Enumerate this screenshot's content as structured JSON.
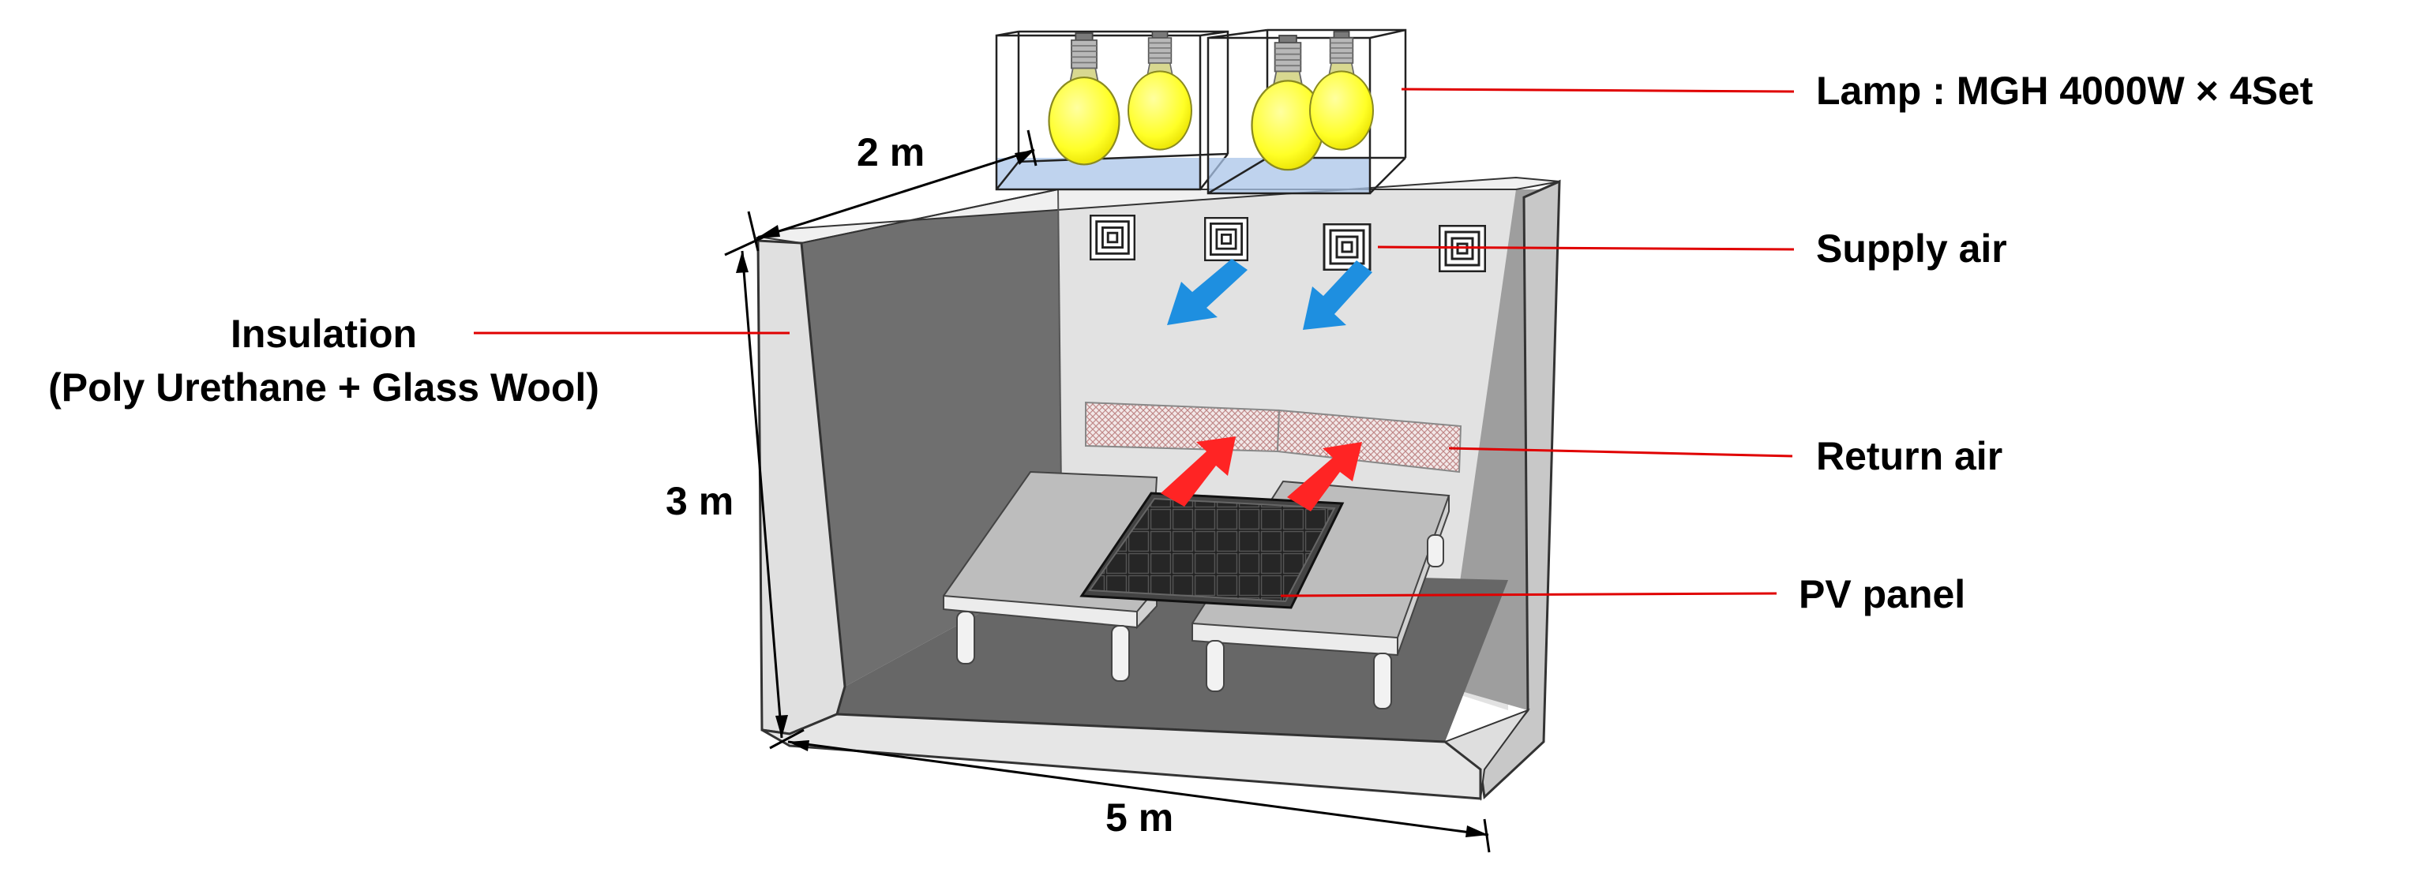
{
  "labels": {
    "lamp": "Lamp : MGH 4000W × 4Set",
    "supply_air": "Supply air",
    "return_air": "Return air",
    "pv_panel": "PV panel",
    "insulation_line1": "Insulation",
    "insulation_line2": "(Poly Urethane + Glass Wool)"
  },
  "dimensions": {
    "depth": "2 m",
    "height": "3 m",
    "width": "5 m"
  },
  "colors": {
    "leader_line": "#e00000",
    "supply_arrow": "#1e90e0",
    "return_arrow": "#ff2a2a",
    "lamp_bulb": "#ffff33",
    "wall_outer": "#dcdcdc",
    "wall_inner": "#6e6e6e",
    "floor": "#6a6a6a",
    "pv_panel": "#1e1e1e"
  },
  "icons": {
    "lamp": "light-bulb-icon",
    "supply_diffuser": "square-diffuser-icon",
    "return_grille": "mesh-grille-icon"
  }
}
